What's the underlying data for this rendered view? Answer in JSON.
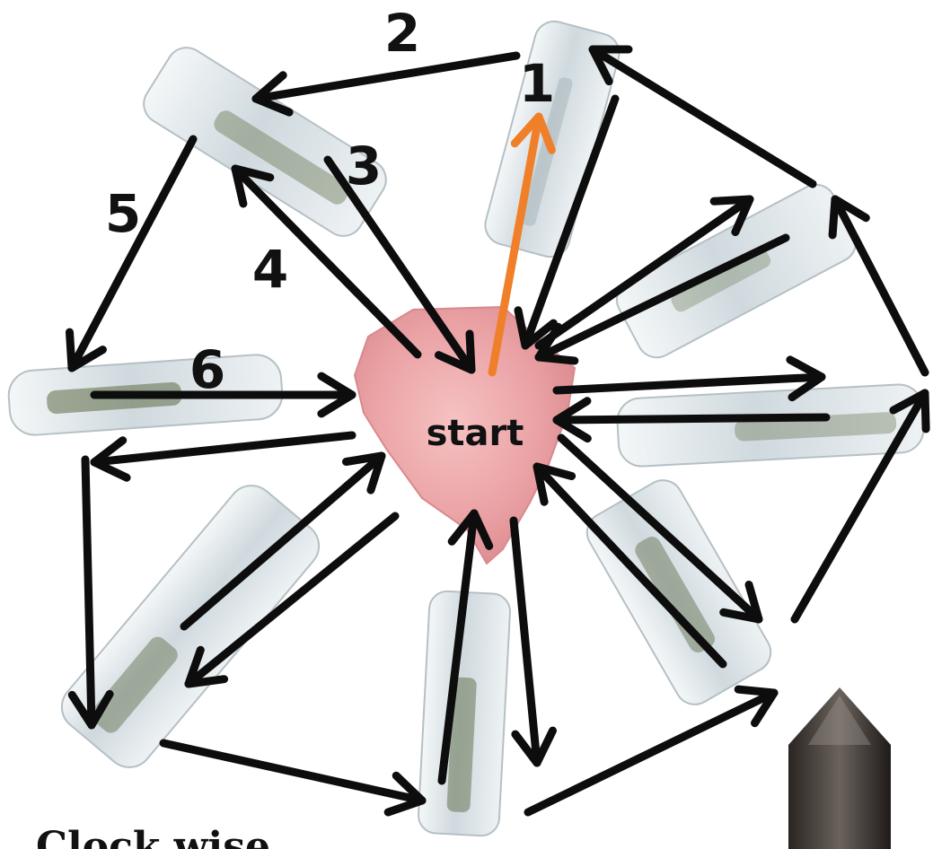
{
  "labels": {
    "center": "start",
    "step_1": "1",
    "step_2": "2",
    "step_3": "3",
    "step_4": "4",
    "step_5": "5",
    "step_6": "6"
  },
  "footer_text_partial": "Clock    wise",
  "colors": {
    "arrow": "#0d0d0d",
    "first_arrow": "#f07f2a",
    "center_stone": "#eea0a3",
    "center_stone_dark": "#d98287",
    "crystal_body": "#dde5e9",
    "crystal_edge": "#9aa6ac",
    "inclusion": "#5e6b46",
    "smoky_point": "#3b3633"
  },
  "icons": {
    "center_stone": "rose-quartz-stone",
    "outer_stones": "clear-quartz-point",
    "corner": "smoky-quartz-point"
  }
}
